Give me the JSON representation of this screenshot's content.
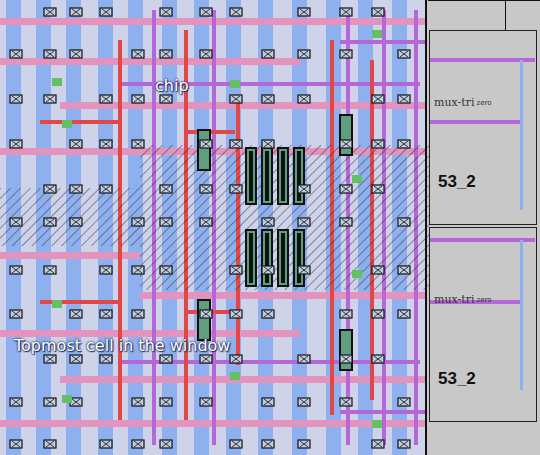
{
  "diagram": {
    "nodes": [
      {
        "text": [
          "mux-tri",
          "zero",
          "53_2"
        ]
      },
      {
        "text": [
          "mux-tri",
          "zero",
          "53_2"
        ]
      }
    ],
    "labels": [
      "chip",
      "Topmost cell in the window"
    ]
  }
}
